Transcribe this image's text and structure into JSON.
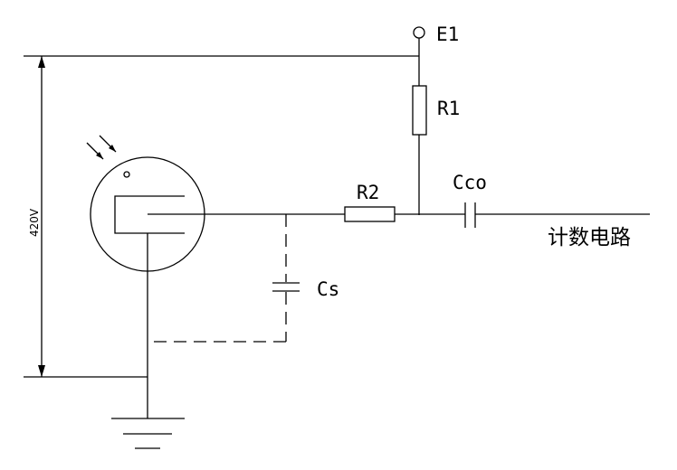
{
  "labels": {
    "e1": "E1",
    "r1": "R1",
    "r2": "R2",
    "cco": "Cco",
    "cs": "Cs",
    "output": "计数电路",
    "voltage": "420V"
  },
  "colors": {
    "stroke": "#000000",
    "background": "#ffffff"
  }
}
